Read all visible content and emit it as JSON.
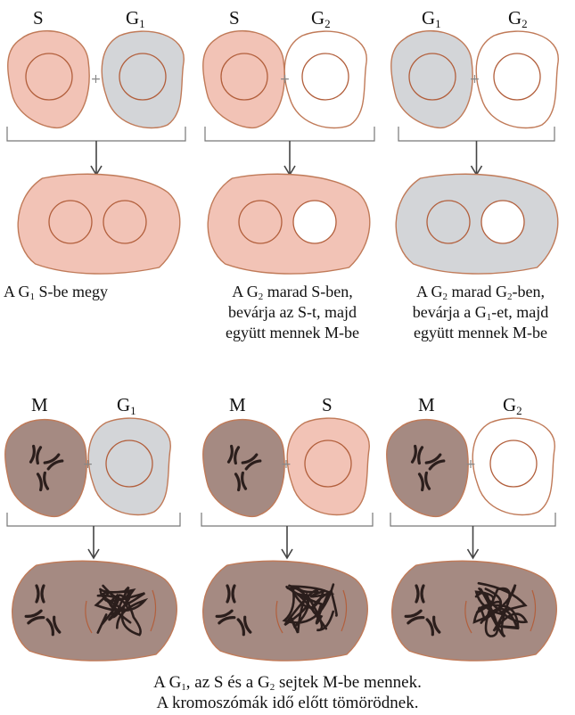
{
  "row1": {
    "panels": [
      {
        "left": "S",
        "right": {
          "base": "G",
          "sub": "1"
        }
      },
      {
        "left": "S",
        "right": {
          "base": "G",
          "sub": "2"
        }
      },
      {
        "left": {
          "base": "G",
          "sub": "1"
        },
        "right": {
          "base": "G",
          "sub": "2"
        }
      }
    ],
    "plus": "+",
    "captions": [
      [
        "A G",
        "1",
        " S-be megy"
      ],
      [
        "A G",
        "2",
        " marad S-ben,",
        "bevárja az S-t, majd",
        "együtt mennek M-be"
      ],
      [
        "A G",
        "2",
        " marad G",
        "2",
        "-ben,",
        "bevárja a G",
        "1",
        "-et, majd",
        "együtt mennek M-be"
      ]
    ]
  },
  "row2": {
    "panels": [
      {
        "left": "M",
        "right": {
          "base": "G",
          "sub": "1"
        }
      },
      {
        "left": "M",
        "right": "S"
      },
      {
        "left": "M",
        "right": {
          "base": "G",
          "sub": "2"
        }
      }
    ],
    "plus": "+"
  },
  "bottom_caption": {
    "line1_a": "A G",
    "line1_sub1": "1",
    "line1_b": ", az S és a G",
    "line1_sub2": "2",
    "line1_c": " sejtek M-be mennek.",
    "line2": "A kromoszómák idő előtt tömörödnek."
  },
  "colors": {
    "s_phase": "#f2c3b6",
    "g1_phase": "#d3d5d8",
    "g2_phase": "#ffffff",
    "m_phase": "#a58a82",
    "outline": "#c07a58",
    "g1_outline": "#b07a60",
    "nucleus": "#b25f3c",
    "chromosome": "#2b1e1c",
    "bracket": "#777777"
  }
}
